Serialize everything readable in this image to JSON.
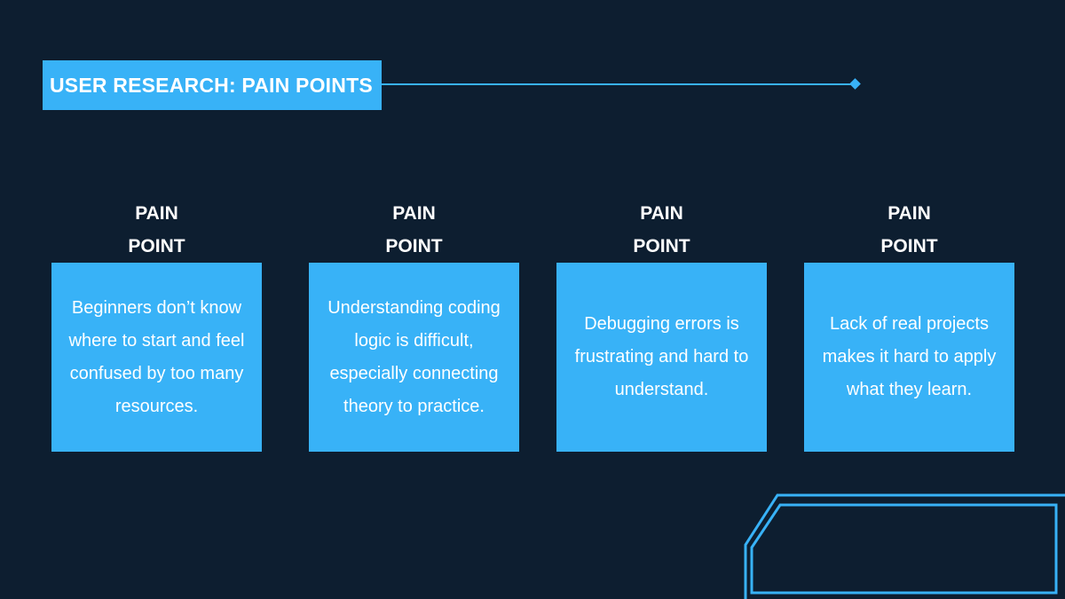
{
  "slide": {
    "title": "USER RESEARCH: PAIN POINTS"
  },
  "pain_points": [
    {
      "heading_line1": "PAIN",
      "heading_line2": "POINT",
      "text": "Beginners don’t know where to start and feel confused by too many resources."
    },
    {
      "heading_line1": "PAIN",
      "heading_line2": "POINT",
      "text": "Understanding coding logic is difficult, especially connecting theory to practice."
    },
    {
      "heading_line1": "PAIN",
      "heading_line2": "POINT",
      "text": "Debugging errors is frustrating and hard to understand."
    },
    {
      "heading_line1": "PAIN",
      "heading_line2": "POINT",
      "text": "Lack of real projects makes it hard to apply what they learn."
    }
  ],
  "colors": {
    "background": "#0d1e30",
    "accent": "#38b2f7",
    "text": "#ffffff"
  }
}
